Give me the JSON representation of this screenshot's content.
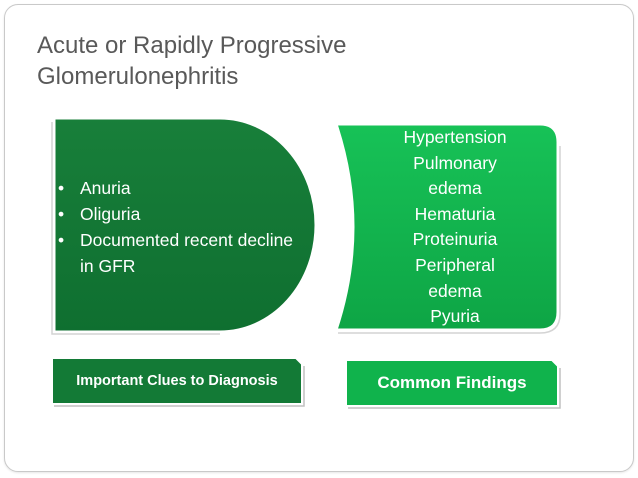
{
  "slide": {
    "title_lines": [
      "Acute or Rapidly Progressive",
      "Glomerulonephritis"
    ],
    "clues": {
      "items": [
        "Anuria",
        "Oliguria",
        "Documented recent decline in GFR"
      ],
      "label": "Important Clues to Diagnosis"
    },
    "findings": {
      "lines": [
        "Hypertension",
        "Pulmonary",
        "edema",
        "Hematuria",
        "Proteinuria",
        "Peripheral",
        "edema",
        "Pyuria"
      ],
      "label": "Common Findings"
    }
  },
  "colors": {
    "dark_green": "#137a36",
    "bright_green": "#10b34c",
    "title_gray": "#595959"
  }
}
